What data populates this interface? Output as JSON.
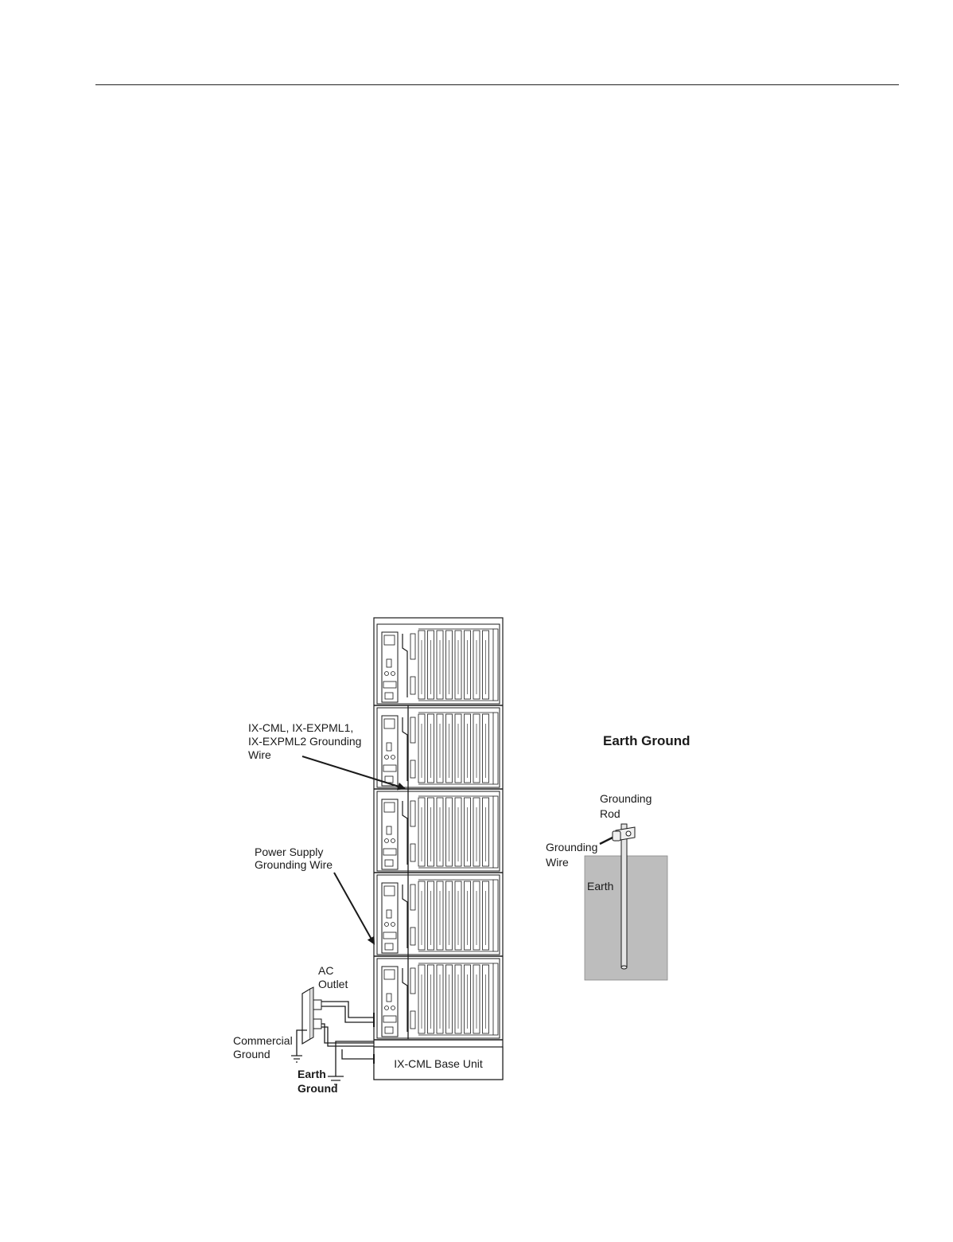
{
  "diagram": {
    "cabinet_labels": {
      "cml_grounding_line1": "IX-CML, IX-EXPML1,",
      "cml_grounding_line2": "IX-EXPML2 Grounding",
      "cml_grounding_line3": "Wire",
      "psu_grounding_line1": "Power Supply",
      "psu_grounding_line2": "Grounding Wire",
      "ac_outlet_line1": "AC",
      "ac_outlet_line2": "Outlet",
      "commercial_ground_line1": "Commercial",
      "commercial_ground_line2": "Ground",
      "earth_ground_line1": "Earth",
      "earth_ground_line2": "Ground",
      "base_unit": "IX-CML Base Unit"
    },
    "earth_ground": {
      "title": "Earth Ground",
      "rod_line1": "Grounding",
      "rod_line2": "Rod",
      "wire_line1": "Grounding",
      "wire_line2": "Wire",
      "earth": "Earth"
    },
    "colors": {
      "line": "#1a1a1a",
      "earth_fill": "#bdbdbd"
    }
  }
}
